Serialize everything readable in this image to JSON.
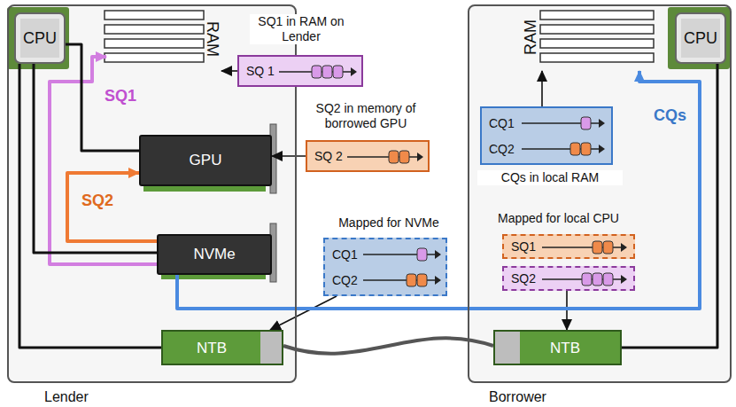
{
  "diagram": {
    "nodes": [
      {
        "text": [
          "Lender"
        ]
      },
      {
        "text": [
          "CPU"
        ],
        "in": 0
      },
      {
        "text": [
          "RAM"
        ],
        "in": 0
      },
      {
        "text": [
          "GPU"
        ],
        "in": 0
      },
      {
        "text": [
          "NVMe"
        ],
        "in": 0
      },
      {
        "text": [
          "NTB"
        ],
        "in": 0
      },
      {
        "text": [
          "SQ1 in RAM on Lender",
          "SQ 1"
        ]
      },
      {
        "text": [
          "SQ2 in memory of borrowed GPU",
          "SQ 2"
        ]
      },
      {
        "text": [
          "Mapped for NVMe",
          "CQ1",
          "CQ2"
        ]
      },
      {
        "text": [
          "Borrower"
        ]
      },
      {
        "text": [
          "CPU"
        ],
        "in": 9
      },
      {
        "text": [
          "RAM"
        ],
        "in": 9
      },
      {
        "text": [
          "CQs in local RAM",
          "CQ1",
          "CQ2"
        ],
        "in": 9
      },
      {
        "text": [
          "SQ1"
        ],
        "in": 9
      },
      {
        "text": [
          "SQ2"
        ],
        "in": 9
      },
      {
        "text": [
          "NTB"
        ],
        "in": 9
      }
    ],
    "edges": [
      {
        "from": 6,
        "to": 2,
        "arrow": "to"
      },
      {
        "from": 7,
        "to": 3,
        "arrow": "to"
      },
      {
        "from": 8,
        "to": 5,
        "arrow": "to"
      },
      {
        "from": 12,
        "to": 11,
        "arrow": "to"
      },
      {
        "from": 14,
        "to": 15,
        "arrow": "to"
      },
      {
        "from": 5,
        "to": 15,
        "arrow": "none"
      },
      {
        "from": 4,
        "to": 2,
        "arrow": "to"
      },
      {
        "from": 4,
        "to": 3,
        "arrow": "to"
      },
      {
        "from": 4,
        "to": 11,
        "arrow": "to"
      },
      {
        "from": 1,
        "to": 3,
        "arrow": "none"
      },
      {
        "from": 1,
        "to": 4,
        "arrow": "none"
      },
      {
        "from": 1,
        "to": 5,
        "arrow": "none"
      },
      {
        "from": 10,
        "to": 15,
        "arrow": "none"
      }
    ],
    "labels": [
      "SQ1",
      "SQ2",
      "CQs",
      "Mapped for local CPU"
    ]
  }
}
